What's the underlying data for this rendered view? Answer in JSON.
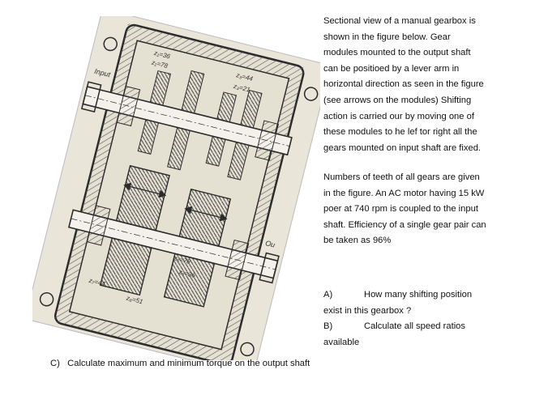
{
  "figure": {
    "labels": {
      "input": "Input",
      "output": "Ou",
      "z1": "z₁=36",
      "z2": "z₁=78",
      "z3": "z₃=44",
      "z4": "z₃=21",
      "z5": "z₅=78",
      "z6": "z₆=36",
      "z7": "z₇=44",
      "z8": "z₈=51"
    },
    "colors": {
      "paper": "#e9e5d8",
      "ink": "#2b2b2b",
      "hatch": "#555555"
    }
  },
  "text": {
    "para1_lines": [
      "Sectional view of a manual gearbox is",
      "shown in the figure below. Gear",
      "modules mounted to the output shaft",
      "can be positioed by a lever arm in",
      "horizontal direction as seen in the figure",
      "(see arrows on the modules) Shifting",
      "action is carried our by moving one of",
      "these modules to he lef tor right all the",
      "gears mounted on input shaft are fixed."
    ],
    "para2_lines": [
      "Numbers of teeth of all gears are given",
      "in the figure. An AC motor having 15 kW",
      "poer at 740 rpm is coupled to the input",
      "shaft. Efficiency of a single gear pair can",
      "be taken as 96%"
    ],
    "qa_label": "A)",
    "qa_text": "How many shifting position",
    "qa_cont": "exist in this gearbox ?",
    "qb_label": "B)",
    "qb_text": "Calculate all speed ratios",
    "qb_cont": "available",
    "qc_label": "C)",
    "qc_text": "Calculate maximum and minimum torque on the output shaft"
  }
}
